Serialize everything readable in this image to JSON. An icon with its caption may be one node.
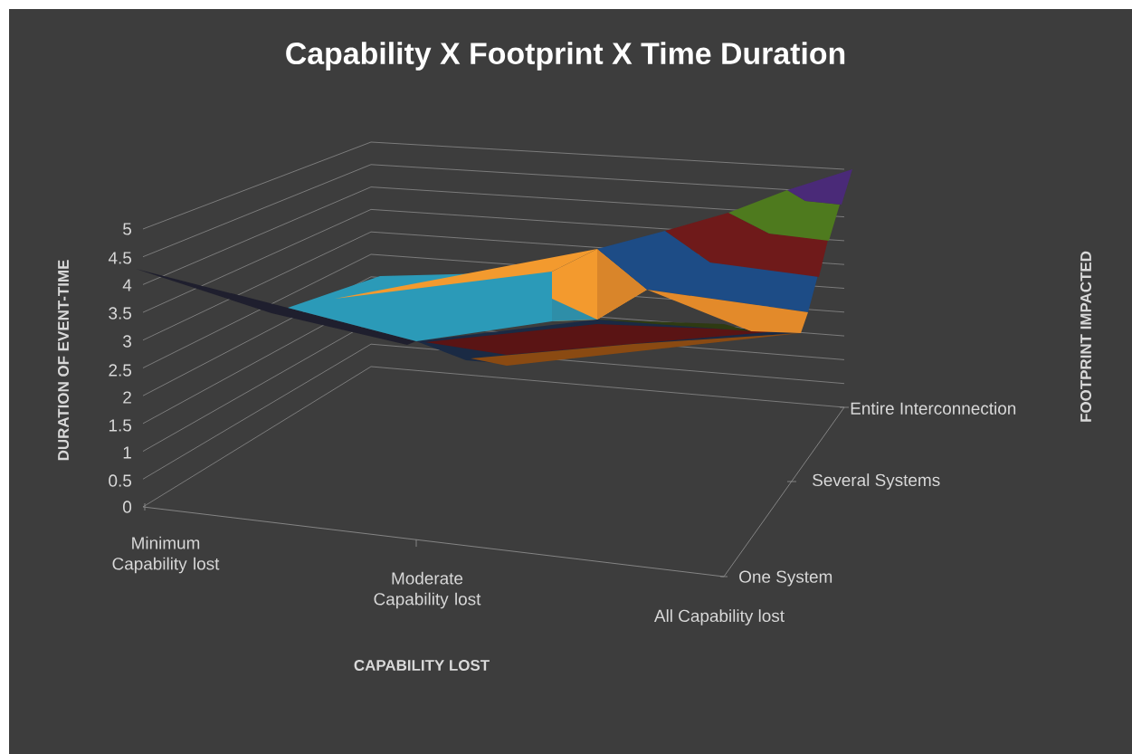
{
  "diagram": {
    "title": "Capability X Footprint X Time Duration",
    "labels": [
      "5",
      "4.5",
      "4",
      "3.5",
      "3",
      "2.5",
      "2",
      "1.5",
      "1",
      "0.5",
      "0",
      "DURATION OF EVENT-TIME",
      "Minimum Capability lost",
      "Moderate Capability lost",
      "All Capability lost",
      "CAPABILITY LOST",
      "Entire Interconnection",
      "Several Systems",
      "One System",
      "FOOTPRINT IMPACTED"
    ]
  }
}
